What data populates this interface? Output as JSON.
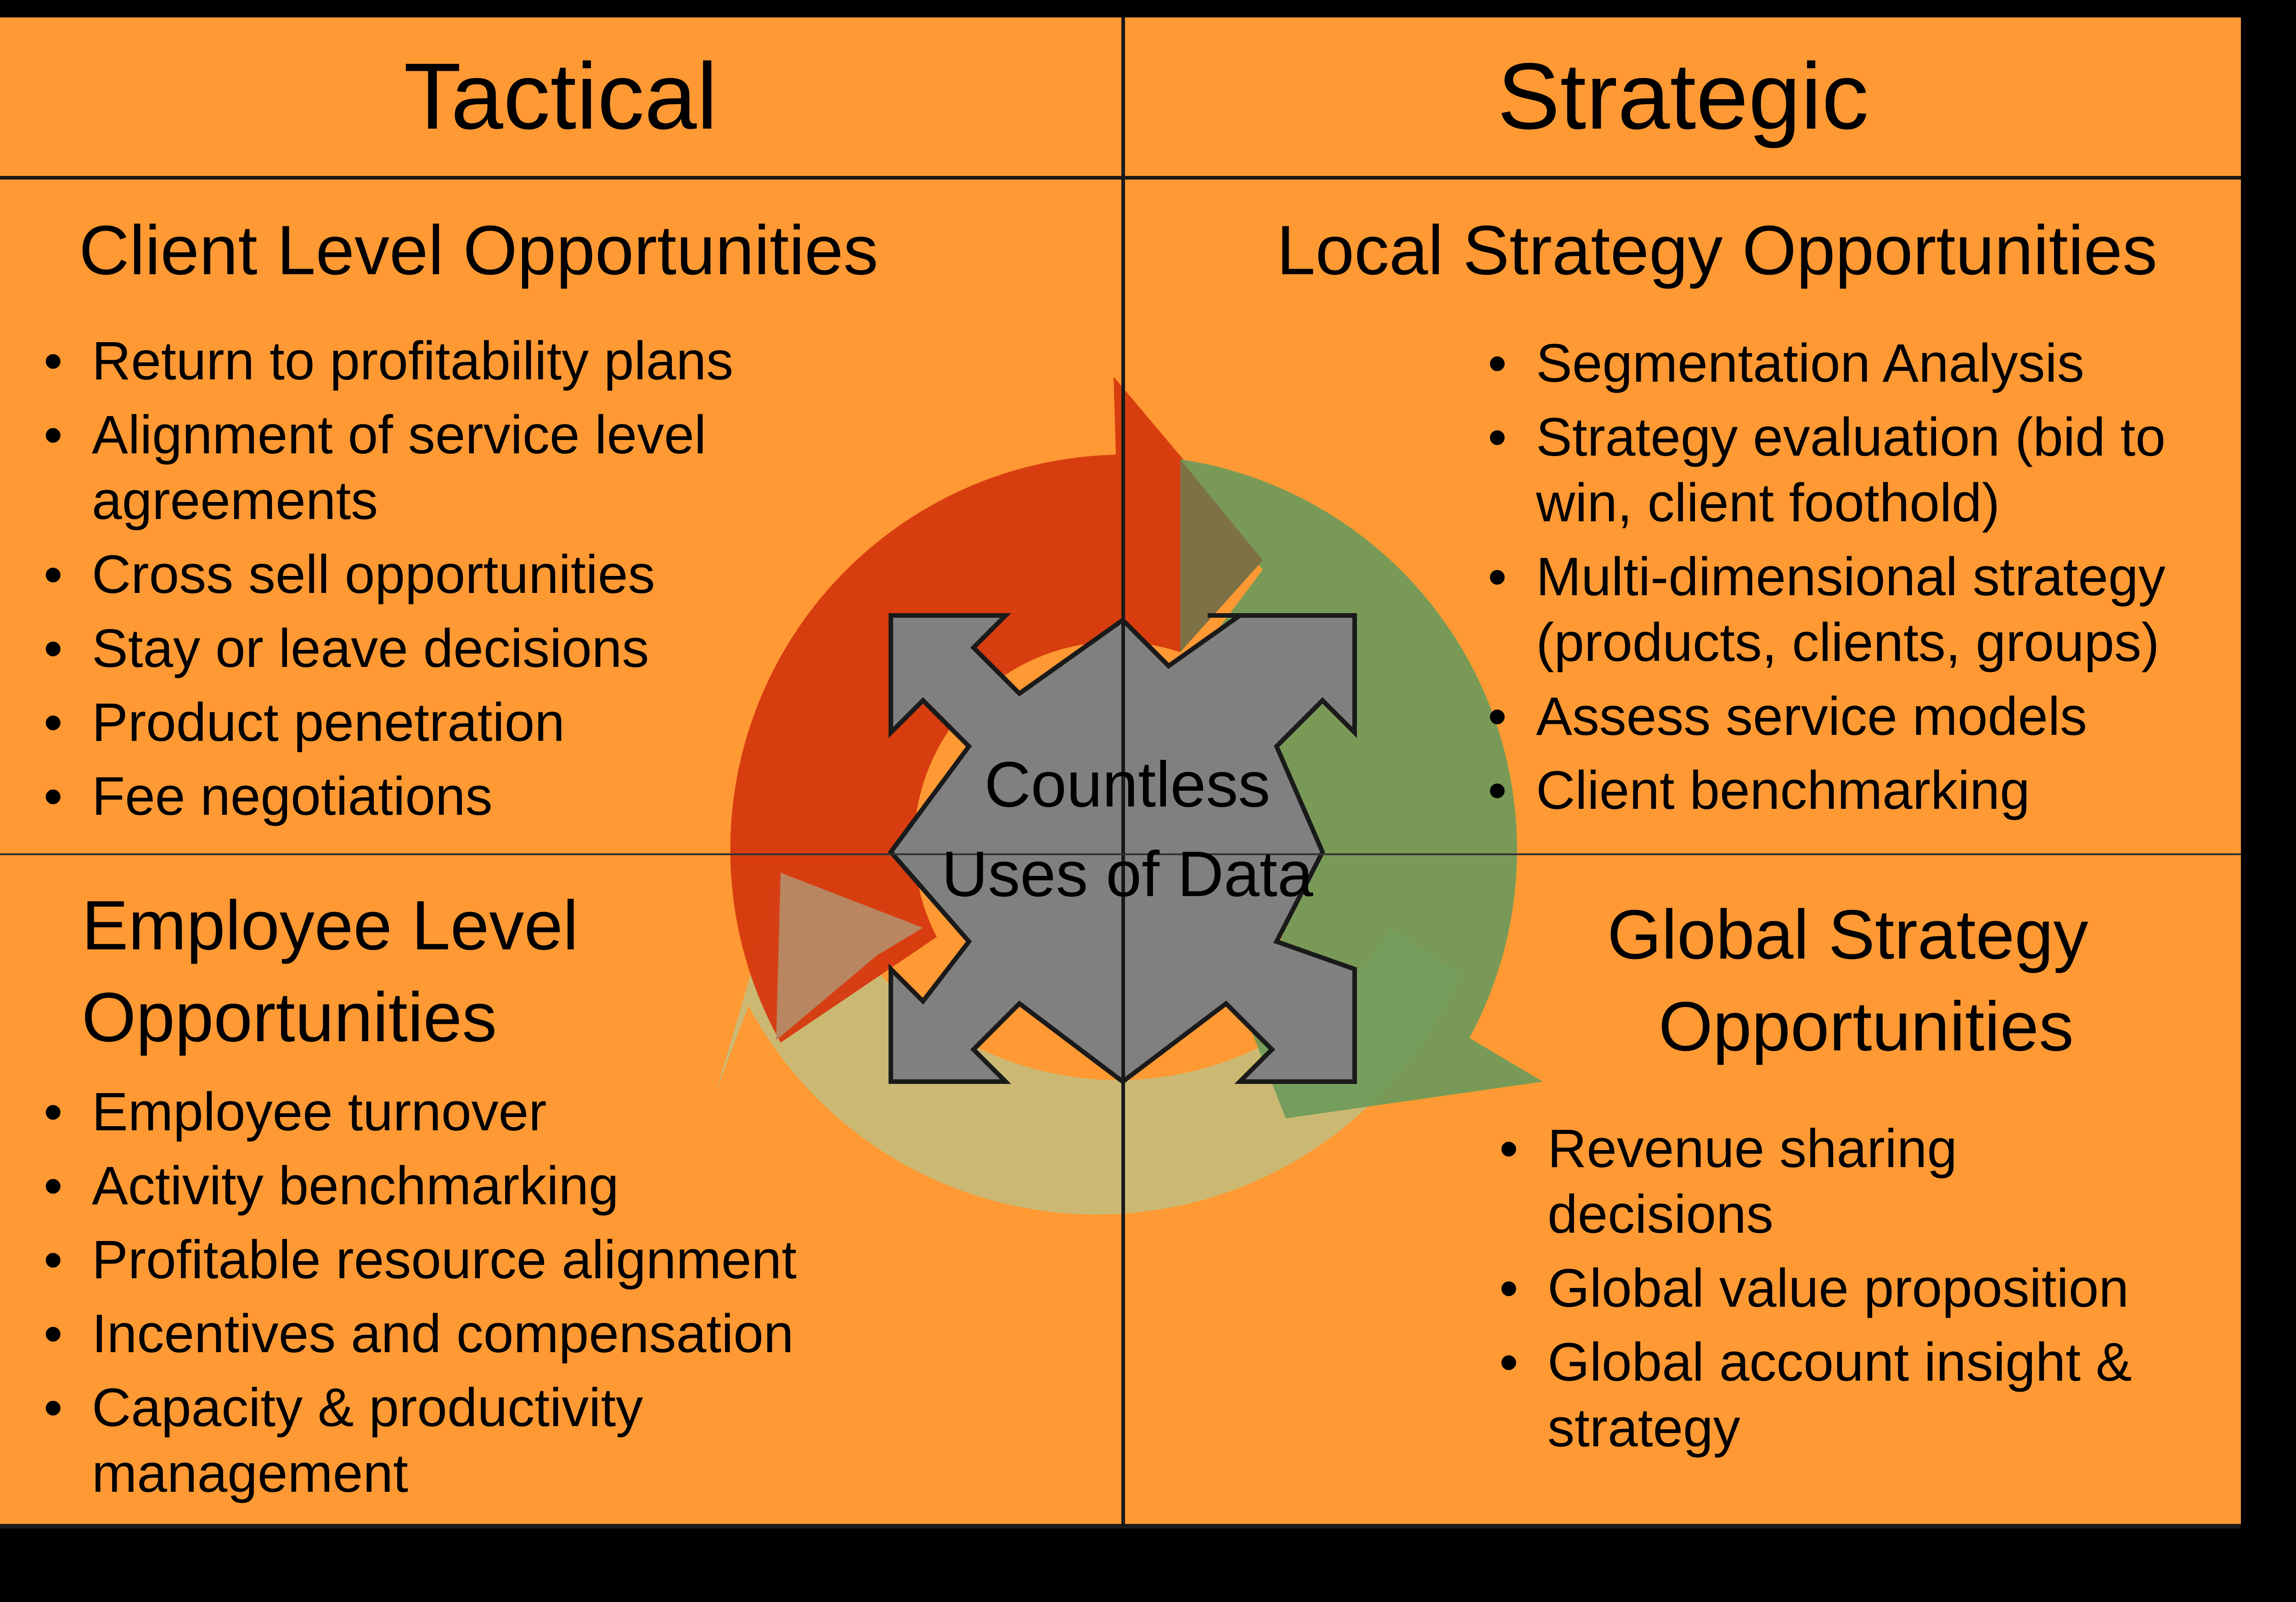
{
  "headers": {
    "tactical": "Tactical",
    "strategic": "Strategic"
  },
  "center": {
    "line1": "Countless",
    "line2": "Uses of Data"
  },
  "quadrants": {
    "client": {
      "title": "Client Level Opportunities",
      "items": [
        "Return to profitability plans",
        "Alignment of service level agreements",
        "Cross sell opportunities",
        "Stay or leave decisions",
        "Product penetration",
        "Fee negotiations"
      ]
    },
    "local": {
      "title": "Local Strategy Opportunities",
      "items": [
        "Segmentation Analysis",
        "Strategy evaluation (bid to win, client foothold)",
        "Multi-dimensional strategy (products, clients, groups)",
        "Assess service models",
        "Client benchmarking"
      ]
    },
    "employee": {
      "title_line1": "Employee Level",
      "title_line2": "Opportunities",
      "items": [
        "Employee turnover",
        "Activity benchmarking",
        "Profitable resource alignment",
        "Incentives and compensation",
        "Capacity & productivity management"
      ]
    },
    "global": {
      "title_line1": "Global Strategy",
      "title_line2": "Opportunities",
      "items": [
        "Revenue sharing decisions",
        "Global value proposition",
        "Global account insight & strategy"
      ]
    }
  },
  "colors": {
    "background": "#ff9933",
    "frame": "#000000",
    "arrow_red": "#d63b12",
    "arrow_green": "#6e9a5a",
    "arrow_tan": "#c7bb78",
    "cross": "#808080"
  }
}
